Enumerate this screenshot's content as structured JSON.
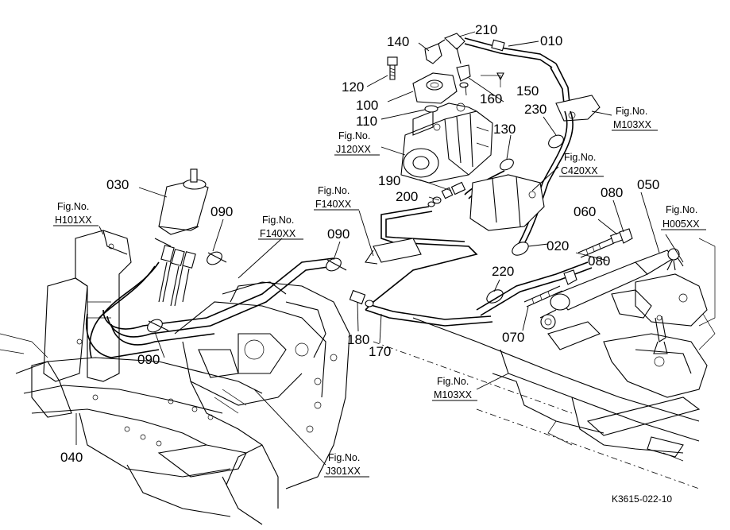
{
  "parts": {
    "p010": "010",
    "p020": "020",
    "p030": "030",
    "p040": "040",
    "p050": "050",
    "p060": "060",
    "p070": "070",
    "p080a": "080",
    "p080b": "080",
    "p090a": "090",
    "p090b": "090",
    "p090c": "090",
    "p100": "100",
    "p110": "110",
    "p120": "120",
    "p130": "130",
    "p140": "140",
    "p150": "150",
    "p160": "160",
    "p170": "170",
    "p180": "180",
    "p190": "190",
    "p200": "200",
    "p210": "210",
    "p220": "220",
    "p230": "230"
  },
  "figure_refs": {
    "fig_label": "Fig.No.",
    "m103_top": "M103XX",
    "j120": "J120XX",
    "c420": "C420XX",
    "f140_a": "F140XX",
    "f140_b": "F140XX",
    "h101": "H101XX",
    "h005": "H005XX",
    "m103_bottom": "M103XX",
    "j301": "J301XX"
  },
  "drawing_code": "K3615-022-10"
}
